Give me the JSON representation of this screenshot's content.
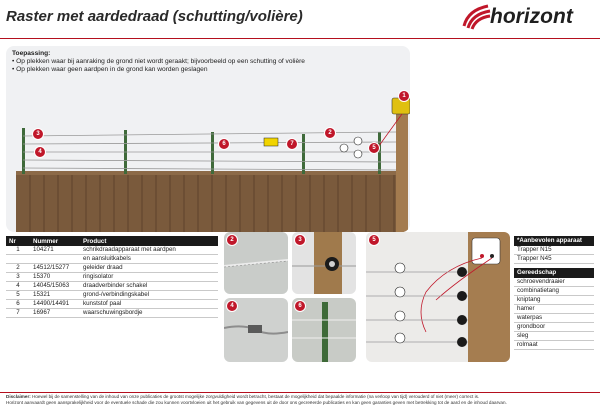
{
  "title": "Raster met aardedraad (schutting/volière)",
  "brand": {
    "name": "horizont",
    "color": "#c0172a"
  },
  "usage": {
    "heading": "Toepassing:",
    "bullets": [
      "• Op plekken waar bij aanraking de grond niet wordt geraakt; bijvoorbeeld op een schutting of volière",
      "• Op plekken waar geen aardpen in de grond kan worden geslagen"
    ]
  },
  "scene_markers": [
    "1",
    "2",
    "3",
    "4",
    "5",
    "6",
    "7"
  ],
  "table": {
    "headers": [
      "Nr",
      "Nummer",
      "Product"
    ],
    "rows": [
      [
        "1",
        "104271",
        "schrikdraadapparaat met aardpen"
      ],
      [
        "",
        "",
        "en aansluitkabels"
      ],
      [
        "2",
        "14512/15277",
        "geleider draad"
      ],
      [
        "3",
        "15370",
        "ringisolator"
      ],
      [
        "4",
        "14045/15063",
        "draadverbinder schakel"
      ],
      [
        "5",
        "15321",
        "grond-/verbindingskabel"
      ],
      [
        "6",
        "14490/14491",
        "kunststof paal"
      ],
      [
        "7",
        "16967",
        "waarschuwingsbordje"
      ]
    ]
  },
  "photos": [
    "2",
    "3",
    "4",
    "5",
    "6"
  ],
  "recommended": {
    "heading": "*Aanbevolen apparaat",
    "items": [
      "Trapper N15",
      "Trapper N45"
    ]
  },
  "tools": {
    "heading": "Gereedschap",
    "items": [
      "schroevendraaier",
      "combinatietang",
      "kniptang",
      "hamer",
      "waterpas",
      "grondboor",
      "sleg",
      "rolmaat"
    ]
  },
  "disclaimer": {
    "label": "Disclaimer:",
    "line1": "Hoewel bij de samenstelling van de inhoud van onze publicaties de grootst mogelijke zorgvuldigheid wordt betracht, bestaat de mogelijkheid dat bepaalde informatie (na verloop van tijd) verouderd of niet (meer) correct is.",
    "line2": "Horizont aanvaardt geen aansprakelijkheid voor de eventuele schade die zou kunnen voortvloeien uit het gebruik van gegevens uit de door ons gecreëerde publicaties en kan geen garanties geven met betrekking tot de aard en de inhoud daarvan."
  }
}
